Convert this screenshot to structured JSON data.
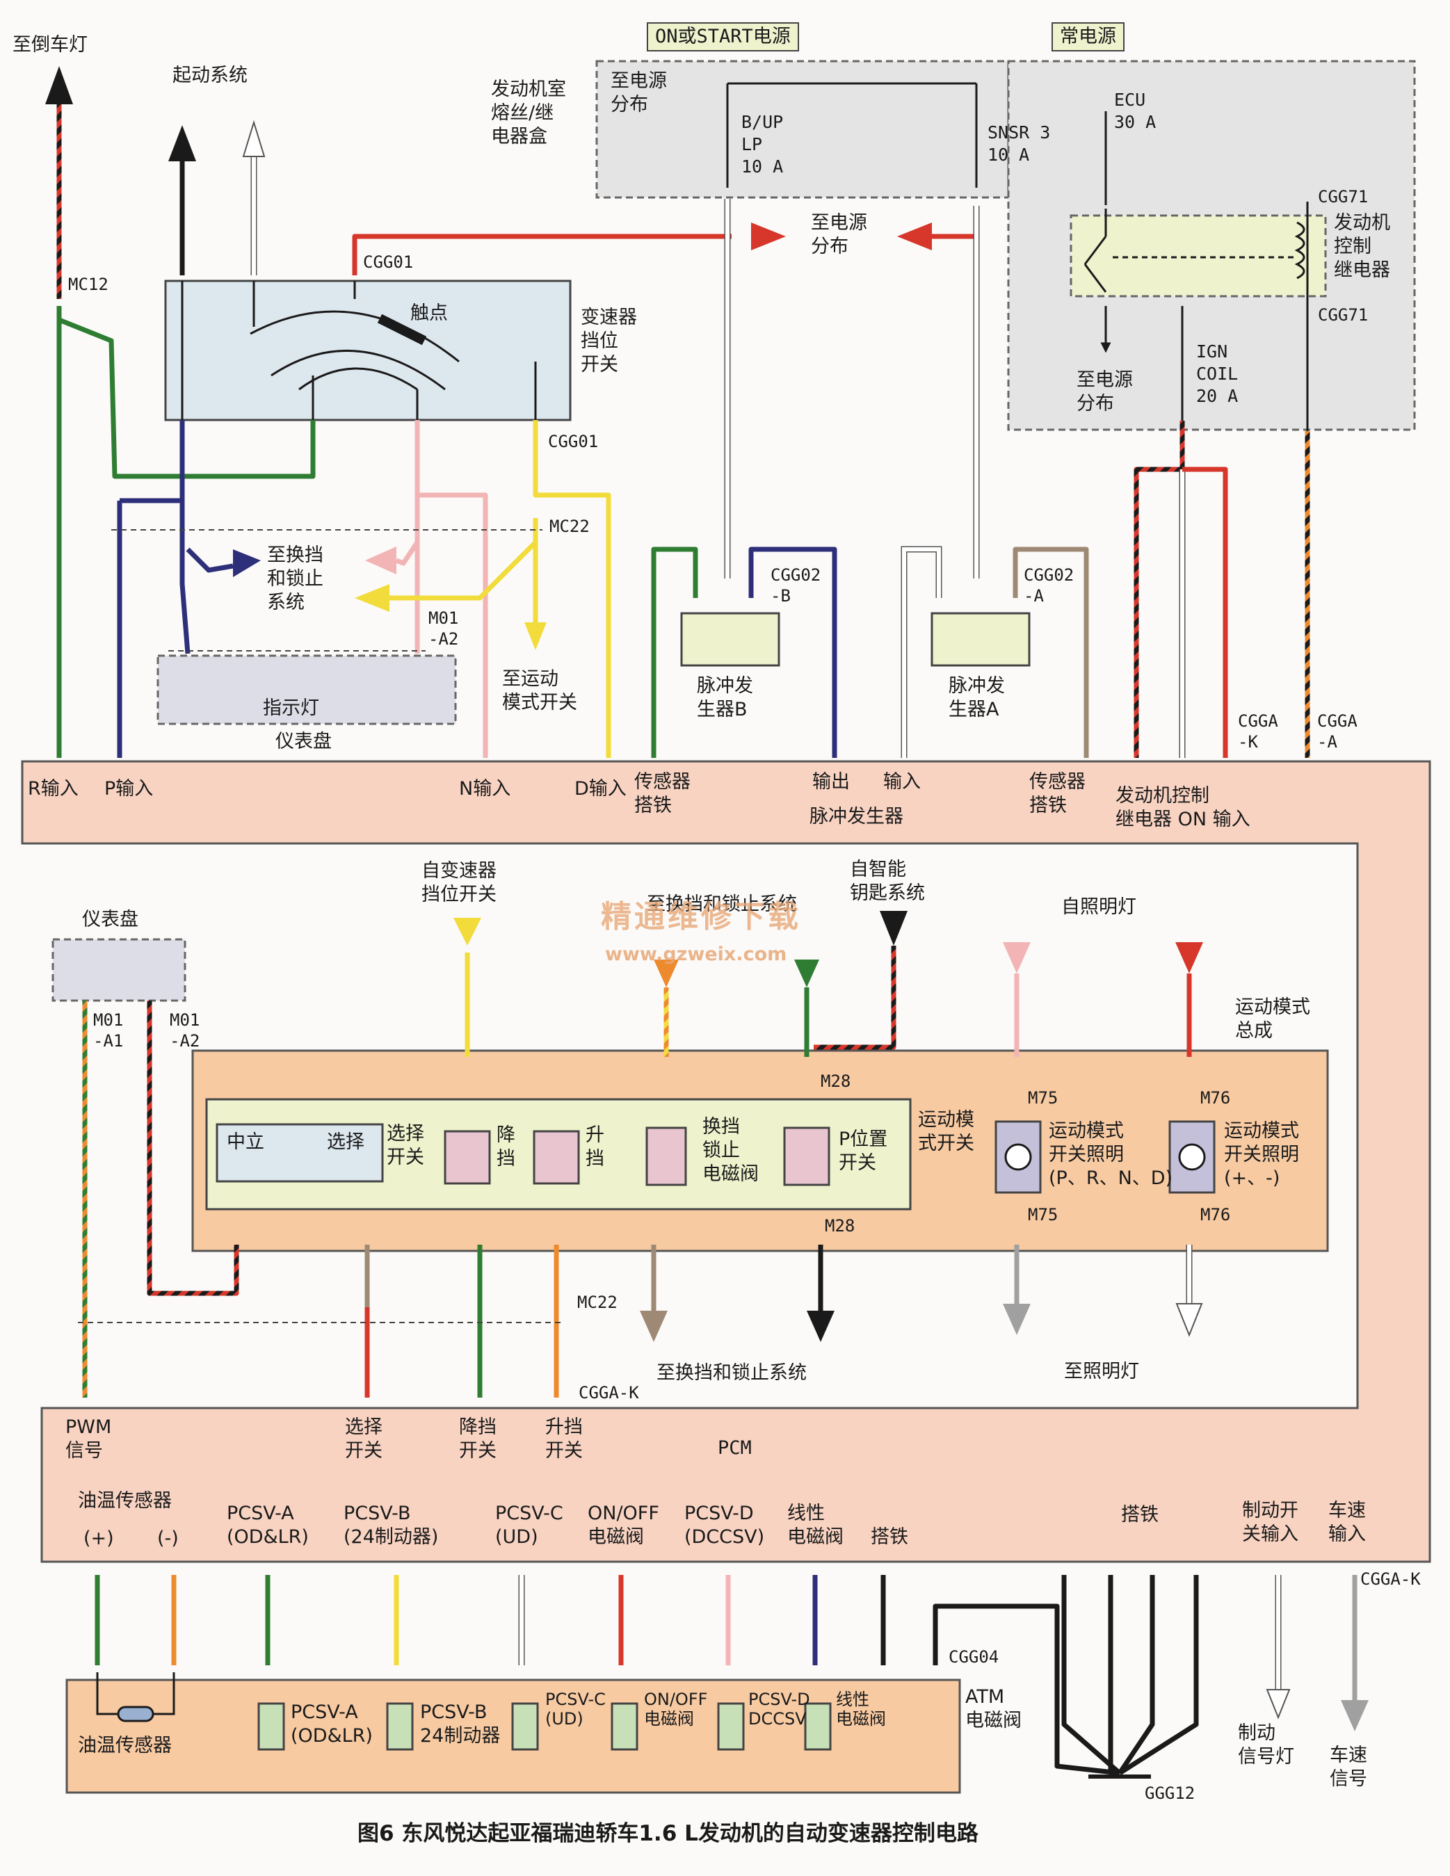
{
  "colors": {
    "pcm_fill": "#f8d3c2",
    "box_fill": "#dde7ee",
    "sport_fill": "#f7caa2",
    "sport_inner": "#eef3cd",
    "gray_fill": "#e4e4e4",
    "ind_fill": "#dddde8",
    "wire_red": "#d7362a",
    "wire_green": "#2e7d32",
    "wire_yellow": "#f2dc3b",
    "wire_navy": "#2e2f7a",
    "wire_pink": "#f2b4b4",
    "wire_orange": "#ee8a2e",
    "wire_brown": "#9e8a74",
    "wire_black": "#1a1a1a",
    "wire_white": "#ffffff",
    "wire_gray": "#a0a0a0"
  },
  "top": {
    "reverse_lamp": "至倒车灯",
    "starting_system": "起动系统",
    "on_start_power": "ON或START电源",
    "constant_power": "常电源",
    "fuse_box_label": "发动机室\n熔丝/继\n电器盒",
    "to_power_dist_1": "至电源\n分布",
    "fuse_bup": "B/UP\nLP\n10 A",
    "fuse_snsr": "SNSR 3\n10 A",
    "to_power_dist_2": "至电源\n分布",
    "fuse_ecu": "ECU\n30 A",
    "relay_label": "发动机\n控制\n继电器",
    "to_power_dist_3": "至电源\n分布",
    "fuse_ign": "IGN\nCOIL\n20 A",
    "mc12": "MC12",
    "cgg01": "CGG01",
    "contact": "触点",
    "inhibitor_switch": "变速器\n挡位\n开关",
    "cgg71": "CGG71",
    "mc22": "MC22",
    "to_shift_lock": "至换挡\n和锁止\n系统",
    "m01a2": "M01\n-A2",
    "indicator": "指示灯",
    "cluster": "仪表盘",
    "to_sport_switch": "至运动\n模式开关",
    "cgg02b": "CGG02\n-B",
    "cgg02a": "CGG02\n-A",
    "pulse_b": "脉冲发\n生器B",
    "pulse_a": "脉冲发\n生器A",
    "cgga_k": "CGGA\n-K",
    "cgga_a": "CGGA\n-A"
  },
  "pcm_top_inputs": [
    "R输入",
    "P输入",
    "N输入",
    "D输入",
    "传感器\n搭铁",
    "输出",
    "输入",
    "脉冲发生器",
    "传感器\n搭铁",
    "发动机控制\n继电器 ON 输入"
  ],
  "mid": {
    "from_inhibitor": "自变速器\n挡位开关",
    "to_shift_lock": "至换挡和锁止系统",
    "from_smart_key": "自智能\n钥匙系统",
    "from_lighting": "自照明灯",
    "cluster": "仪表盘",
    "m01a1": "M01\n-A1",
    "m01a2": "M01\n-A2",
    "sport_assy": "运动模式\n总成",
    "m28": "M28",
    "m75": "M75",
    "m76": "M76",
    "neutral": "中立",
    "select": "选择",
    "select_switch": "选择\n开关",
    "down": "降\n挡",
    "up": "升\n挡",
    "shift_lock_valve": "换挡\n锁止\n电磁阀",
    "p_pos_switch": "P位置\n开关",
    "sport_switch": "运动模\n式开关",
    "sport_light_1": "运动模式\n开关照明\n(P、R、N、D)",
    "sport_light_2": "运动模式\n开关照明\n(+、-)",
    "to_shift_lock_2": "至换挡和锁止系统",
    "to_lighting": "至照明灯",
    "mc22": "MC22",
    "cgga_k": "CGGA-K",
    "watermark": "精通维修下载",
    "watermark_url": "www.gzweix.com"
  },
  "pcm_mid_labels": [
    "PWM\n信号",
    "选择\n开关",
    "降挡\n开关",
    "升挡\n开关",
    "PCM"
  ],
  "pcm_bottom_labels": [
    "油温传感器",
    "(+)",
    "(-)",
    "PCSV-A\n(OD&LR)",
    "PCSV-B\n(24制动器)",
    "PCSV-C\n(UD)",
    "ON/OFF\n电磁阀",
    "PCSV-D\n(DCCSV)",
    "线性\n电磁阀",
    "搭铁",
    "搭铁",
    "制动开\n关输入",
    "车速\n输入"
  ],
  "bottom": {
    "cgga_k": "CGGA-K",
    "cgg04": "CGG04",
    "atm_valve": "ATM\n电磁阀",
    "oil_temp_sensor": "油温传感器",
    "pcsv_a": "PCSV-A\n(OD&LR)",
    "pcsv_b": "PCSV-B\n24制动器",
    "pcsv_c": "PCSV-C\n(UD)",
    "onoff_valve": "ON/OFF\n电磁阀",
    "pcsv_d": "PCSV-D\nDCCSV",
    "linear_valve": "线性\n电磁阀",
    "ggg12": "GGG12",
    "brake_lamp": "制动\n信号灯",
    "speed_signal": "车速\n信号"
  },
  "caption": "图6  东风悦达起亚福瑞迪轿车1.6 L发动机的自动变速器控制电路"
}
